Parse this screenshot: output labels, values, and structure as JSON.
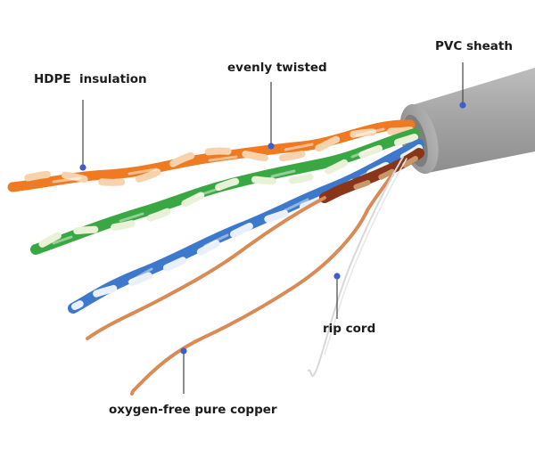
{
  "labels": {
    "hdpe_insulation": "HDPE  insulation",
    "evenly_twisted": "evenly twisted",
    "pvc_sheath": "PVC sheath",
    "rip_cord": "rip cord",
    "oxygen_free_copper": "oxygen-free pure copper"
  },
  "colors": {
    "sheath": "#a4a4a4",
    "orange": "#f07a22",
    "green": "#3aa842",
    "blue": "#3c78cc",
    "brown": "#8a3418",
    "copper": "#d98a55",
    "marker": "#3f5fc8",
    "leader": "#444444"
  },
  "icons": [
    "marker-dot-icon"
  ]
}
